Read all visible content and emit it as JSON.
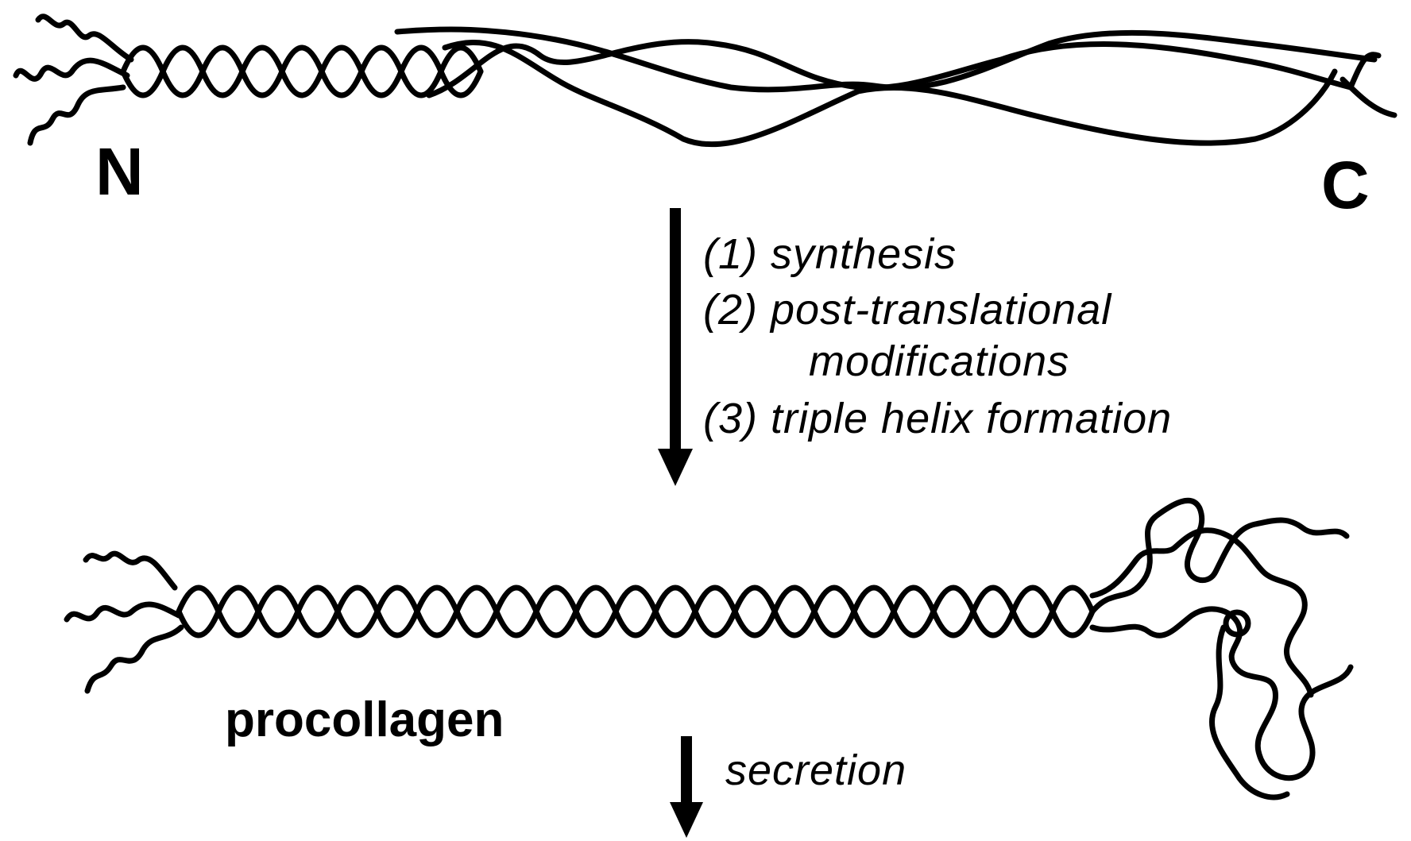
{
  "labels": {
    "n_terminus": "N",
    "c_terminus": "C",
    "steps": [
      "(1) synthesis",
      "(2) post-translational",
      "modifications",
      "(3) triple helix formation"
    ],
    "procollagen": "procollagen",
    "secretion": "secretion"
  },
  "colors": {
    "stroke": "#000000",
    "background": "#ffffff"
  }
}
